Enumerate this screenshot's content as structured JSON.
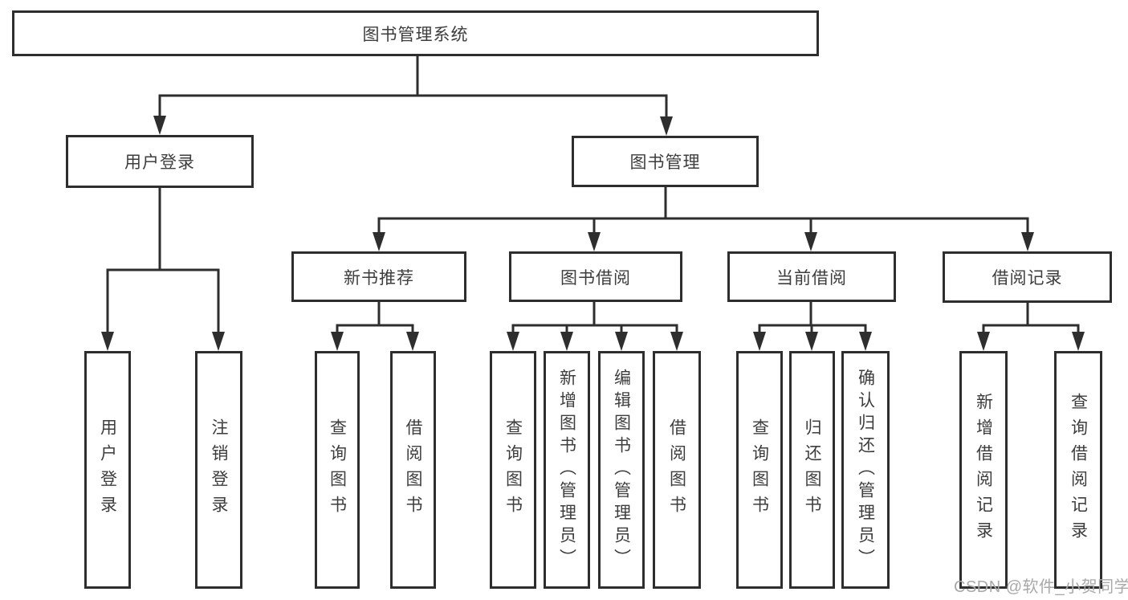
{
  "diagram": {
    "root": {
      "label": "图书管理系统"
    },
    "level2": [
      {
        "label": "用户登录",
        "children": [
          {
            "label": "用户登录"
          },
          {
            "label": "注销登录"
          }
        ]
      },
      {
        "label": "图书管理",
        "children": [
          {
            "label": "新书推荐",
            "children": [
              {
                "label": "查询图书"
              },
              {
                "label": "借阅图书"
              }
            ]
          },
          {
            "label": "图书借阅",
            "children": [
              {
                "label": "查询图书"
              },
              {
                "label": "新增图书（管理员）"
              },
              {
                "label": "编辑图书（管理员）"
              },
              {
                "label": "借阅图书"
              }
            ]
          },
          {
            "label": "当前借阅",
            "children": [
              {
                "label": "查询图书"
              },
              {
                "label": "归还图书"
              },
              {
                "label": "确认归还（管理员）"
              }
            ]
          },
          {
            "label": "借阅记录",
            "children": [
              {
                "label": "新增借阅记录"
              },
              {
                "label": "查询借阅记录"
              }
            ]
          }
        ]
      }
    ]
  },
  "watermark": {
    "label": "CSDN @软件_小贺同学"
  },
  "colors": {
    "line": "#2e2e2e",
    "box_border": "#2e2e2e",
    "text": "#3d3d3d",
    "watermark": "#a9a9a9",
    "background": "#ffffff"
  }
}
